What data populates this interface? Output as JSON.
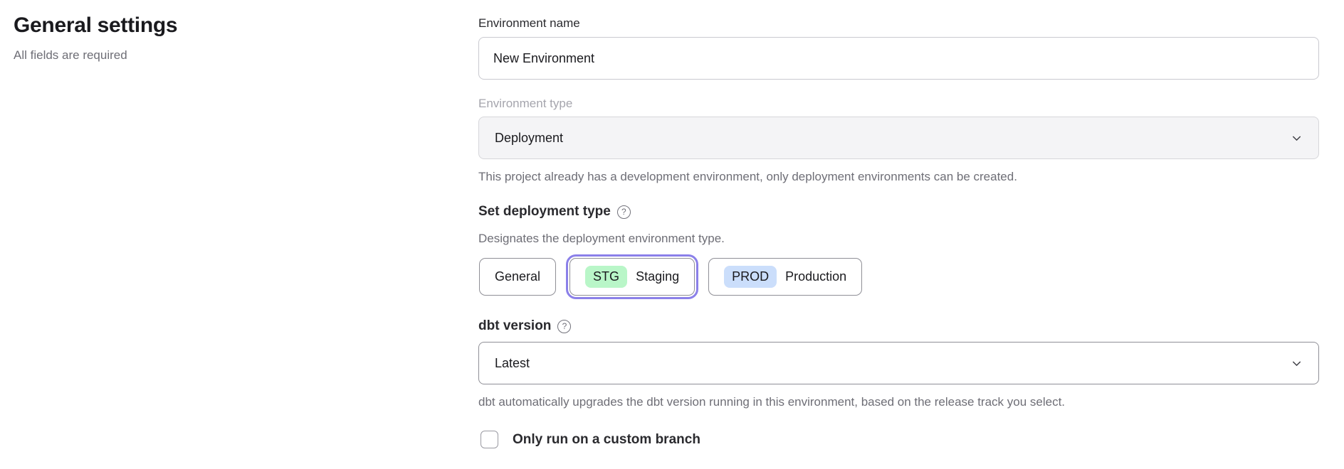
{
  "page": {
    "title": "General settings",
    "subtitle": "All fields are required"
  },
  "form": {
    "environment_name": {
      "label": "Environment name",
      "value": "New Environment"
    },
    "environment_type": {
      "label": "Environment type",
      "value": "Deployment",
      "disabled": true,
      "helper": "This project already has a development environment, only deployment environments can be created."
    },
    "deployment_type": {
      "label": "Set deployment type",
      "help_glyph": "?",
      "description": "Designates the deployment environment type.",
      "options": [
        {
          "label": "General",
          "badge": "",
          "selected": false
        },
        {
          "label": "Staging",
          "badge": "STG",
          "badge_color": "#b9f6c8",
          "selected": true
        },
        {
          "label": "Production",
          "badge": "PROD",
          "badge_color": "#cbdefb",
          "selected": false
        }
      ]
    },
    "dbt_version": {
      "label": "dbt version",
      "help_glyph": "?",
      "value": "Latest",
      "helper": "dbt automatically upgrades the dbt version running in this environment, based on the release track you select."
    },
    "custom_branch": {
      "label": "Only run on a custom branch",
      "checked": false
    }
  },
  "colors": {
    "selected_ring": "#8b80e9",
    "stg_badge": "#b9f6c8",
    "prod_badge": "#cbdefb"
  }
}
